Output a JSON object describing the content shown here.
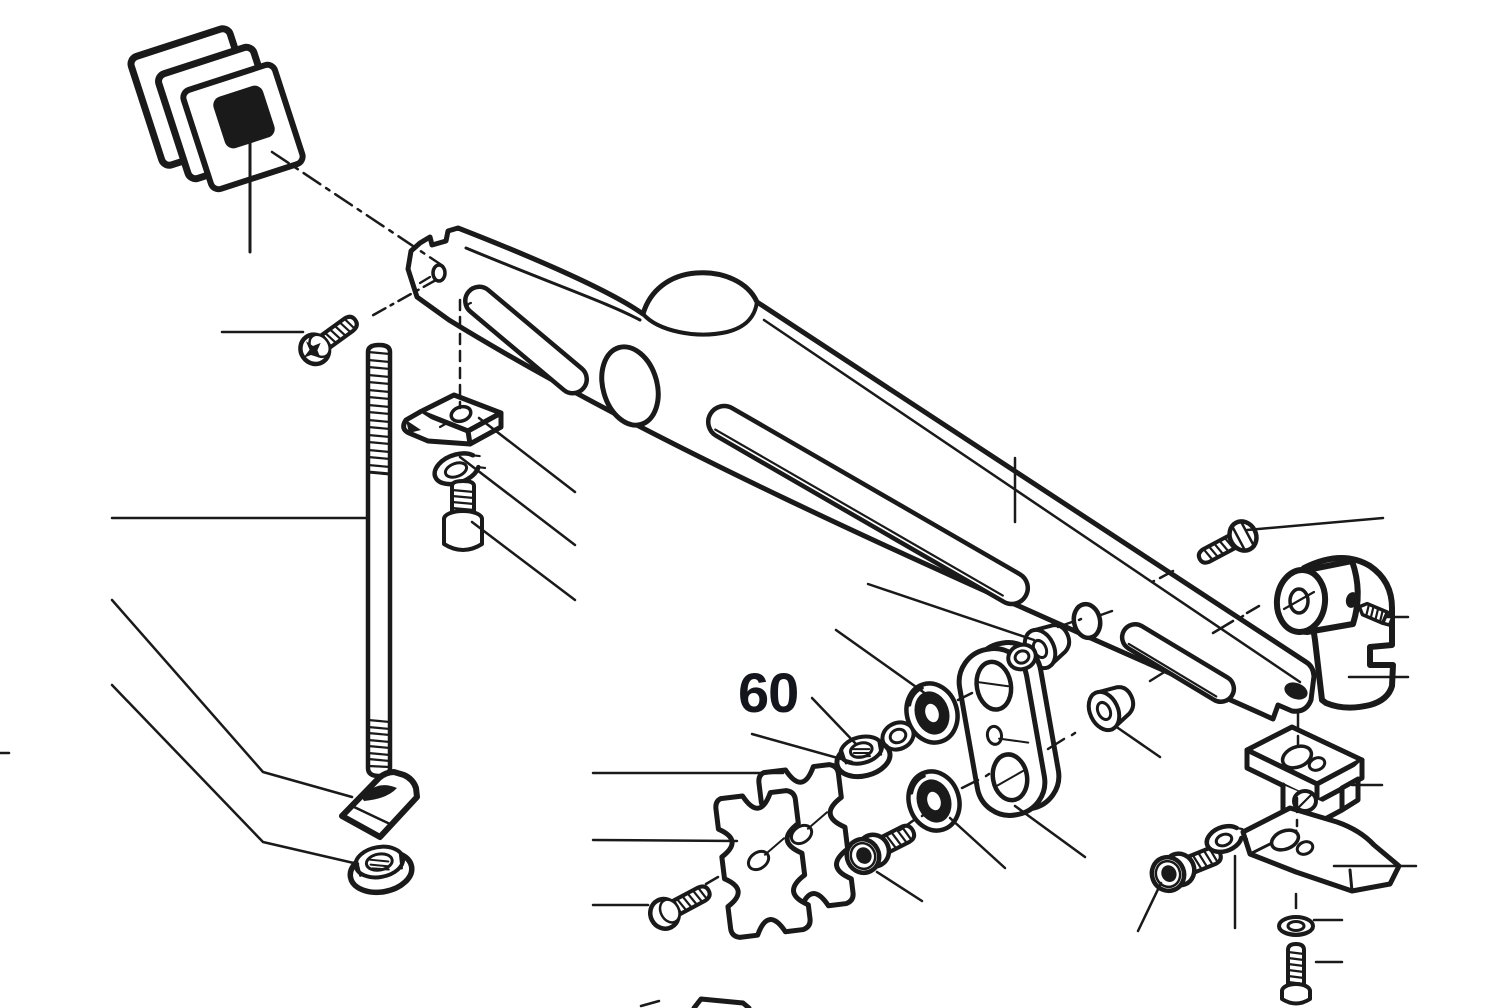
{
  "diagram": {
    "type": "exploded-parts-diagram",
    "background_color": "#ffffff",
    "line_color": "#1a1a1a",
    "label_color": "#15151e",
    "callouts": [
      {
        "number": "60",
        "target": "hex-flange-nut"
      }
    ],
    "parts": [
      "buffer-pad-stack",
      "phillips-head-screw",
      "threaded-rod",
      "clip-nut",
      "lock-washer",
      "shoulder-screw",
      "main-arm",
      "angle-clip",
      "flange-nut",
      "hex-flange-nut",
      "flat-washer",
      "rubber-grommet-upper",
      "rubber-grommet-lower",
      "pivot-link-plate",
      "spacer-bushing-upper",
      "spacer-bushing-lower",
      "serrated-clamp-plate-front",
      "serrated-clamp-plate-back",
      "pan-head-screw",
      "socket-head-screw-mid",
      "hex-bolt",
      "pivot-cylinder-bracket",
      "set-screw",
      "clamp-block",
      "mount-bracket-plate",
      "socket-head-screw-right",
      "lock-washer-right",
      "flat-washer-bottom",
      "machine-screw-bottom"
    ]
  }
}
